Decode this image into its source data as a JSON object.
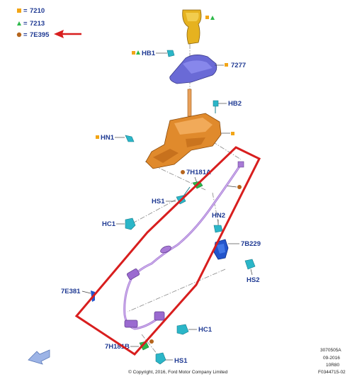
{
  "legend": {
    "items": [
      {
        "symbol": "square",
        "color": "#f2a516",
        "eq": "=",
        "code": "7210"
      },
      {
        "symbol": "triangle",
        "color": "#2db84a",
        "eq": "=",
        "code": "7213"
      },
      {
        "symbol": "circle",
        "color": "#b5651d",
        "eq": "=",
        "code": "7E395"
      }
    ]
  },
  "colors": {
    "label": "#1f3a93",
    "highlight_box": "#d81e1e",
    "arrow": "#d81e1e",
    "shift_housing": "#e08a2c",
    "shift_knob": "#e6b21f",
    "boot": "#6a6ad6",
    "cable": "#a87ad6",
    "clip": "#2bb6c8",
    "bracket": "#2255cc"
  },
  "icons": [
    "red-arrow-icon",
    "orientation-arrow-icon",
    "square-marker-icon",
    "triangle-marker-icon",
    "circle-marker-icon"
  ],
  "parts": {
    "hb1": "HB1",
    "p7277": "7277",
    "hb2": "HB2",
    "hn1": "HN1",
    "p7h181a": "7H181A",
    "hs1_top": "HS1",
    "hn2": "HN2",
    "hc1_left": "HC1",
    "p7b229": "7B229",
    "hs2": "HS2",
    "p7e381": "7E381",
    "hc1_bottom": "HC1",
    "p7h181b": "7H181B",
    "hs1_bottom": "HS1"
  },
  "footer": {
    "ref1": "3070505A",
    "date": "09-2016",
    "model": "10R80",
    "figure_id": "F0344715-02",
    "copyright": "© Copyright, 2016, Ford Motor Company Limited"
  }
}
